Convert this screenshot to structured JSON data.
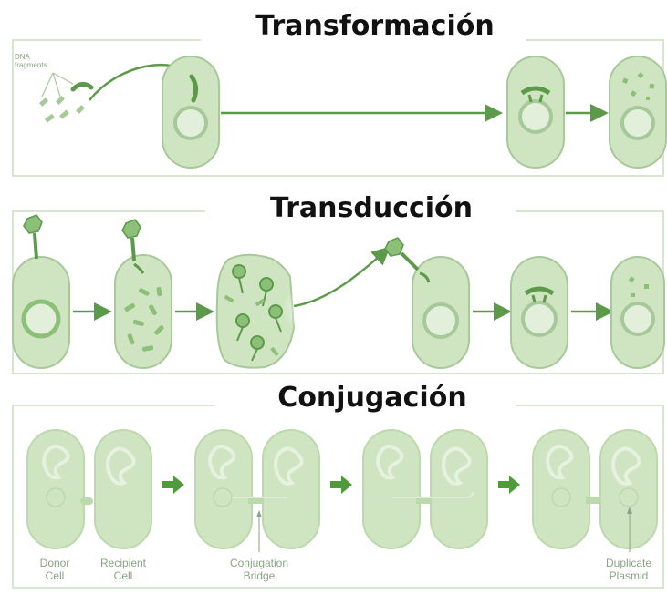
{
  "titles": {
    "transformation": "Transformación",
    "transduction": "Transducción",
    "conjugation": "Conjugación"
  },
  "labels": {
    "dna_fragments_line1": "DNA",
    "dna_fragments_line2": "fragments",
    "donor_cell_line1": "Donor",
    "donor_cell_line2": "Cell",
    "recipient_cell_line1": "Recipient",
    "recipient_cell_line2": "Cell",
    "conjugation_bridge_line1": "Conjugation",
    "conjugation_bridge_line2": "Bridge",
    "duplicate_plasmid_line1": "Duplicate",
    "duplicate_plasmid_line2": "Plasmid"
  },
  "colors": {
    "cell_fill": "#cfe5c1",
    "cell_stroke": "#a7c99a",
    "dark_green": "#5c9a4a",
    "arrow_green": "#3f8a2e",
    "frame": "#d8e6cf"
  }
}
